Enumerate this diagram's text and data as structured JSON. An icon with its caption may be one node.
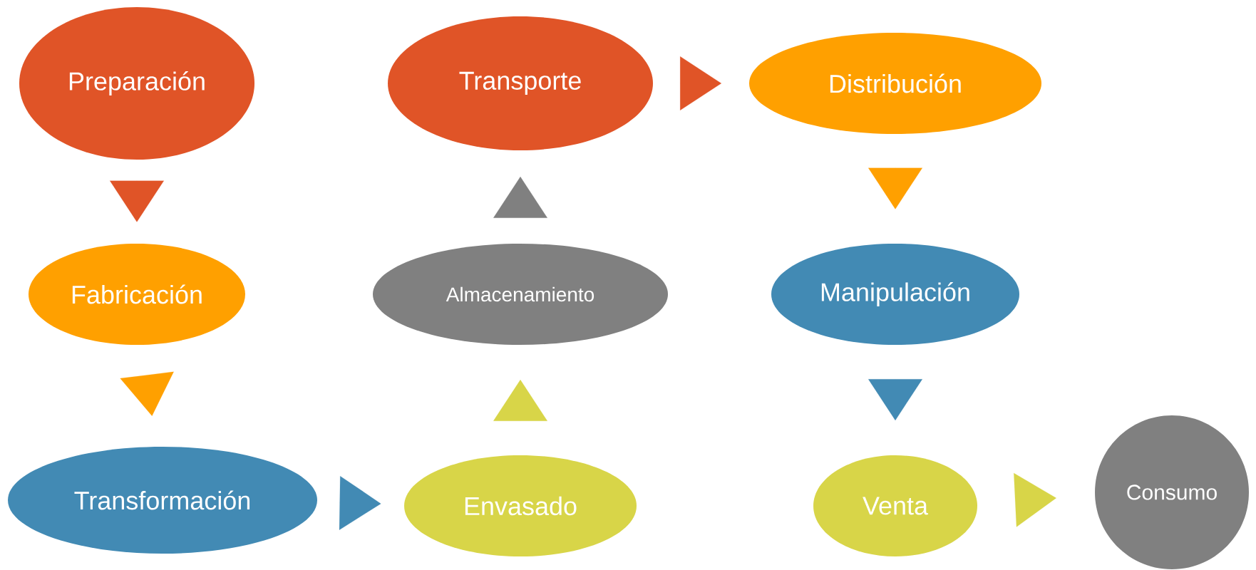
{
  "diagram": {
    "nodes": [
      {
        "text": [
          "Preparación"
        ]
      },
      {
        "text": [
          "Fabricación"
        ]
      },
      {
        "text": [
          "Transformación"
        ]
      },
      {
        "text": [
          "Envasado"
        ]
      },
      {
        "text": [
          "Almacenamiento"
        ]
      },
      {
        "text": [
          "Transporte"
        ]
      },
      {
        "text": [
          "Distribución"
        ]
      },
      {
        "text": [
          "Manipulación"
        ]
      },
      {
        "text": [
          "Venta"
        ]
      },
      {
        "text": [
          "Consumo"
        ]
      }
    ],
    "edges": [
      {
        "from": 0,
        "to": 1,
        "arrow": "to",
        "color": "#e05427"
      },
      {
        "from": 1,
        "to": 2,
        "arrow": "to",
        "color": "#ffa000"
      },
      {
        "from": 2,
        "to": 3,
        "arrow": "to",
        "color": "#428ab4"
      },
      {
        "from": 3,
        "to": 4,
        "arrow": "to",
        "color": "#d8d548"
      },
      {
        "from": 4,
        "to": 5,
        "arrow": "to",
        "color": "#808080"
      },
      {
        "from": 5,
        "to": 6,
        "arrow": "to",
        "color": "#e05427"
      },
      {
        "from": 6,
        "to": 7,
        "arrow": "to",
        "color": "#ffa000"
      },
      {
        "from": 7,
        "to": 8,
        "arrow": "to",
        "color": "#428ab4"
      },
      {
        "from": 8,
        "to": 9,
        "arrow": "to",
        "color": "#d8d548"
      }
    ]
  }
}
